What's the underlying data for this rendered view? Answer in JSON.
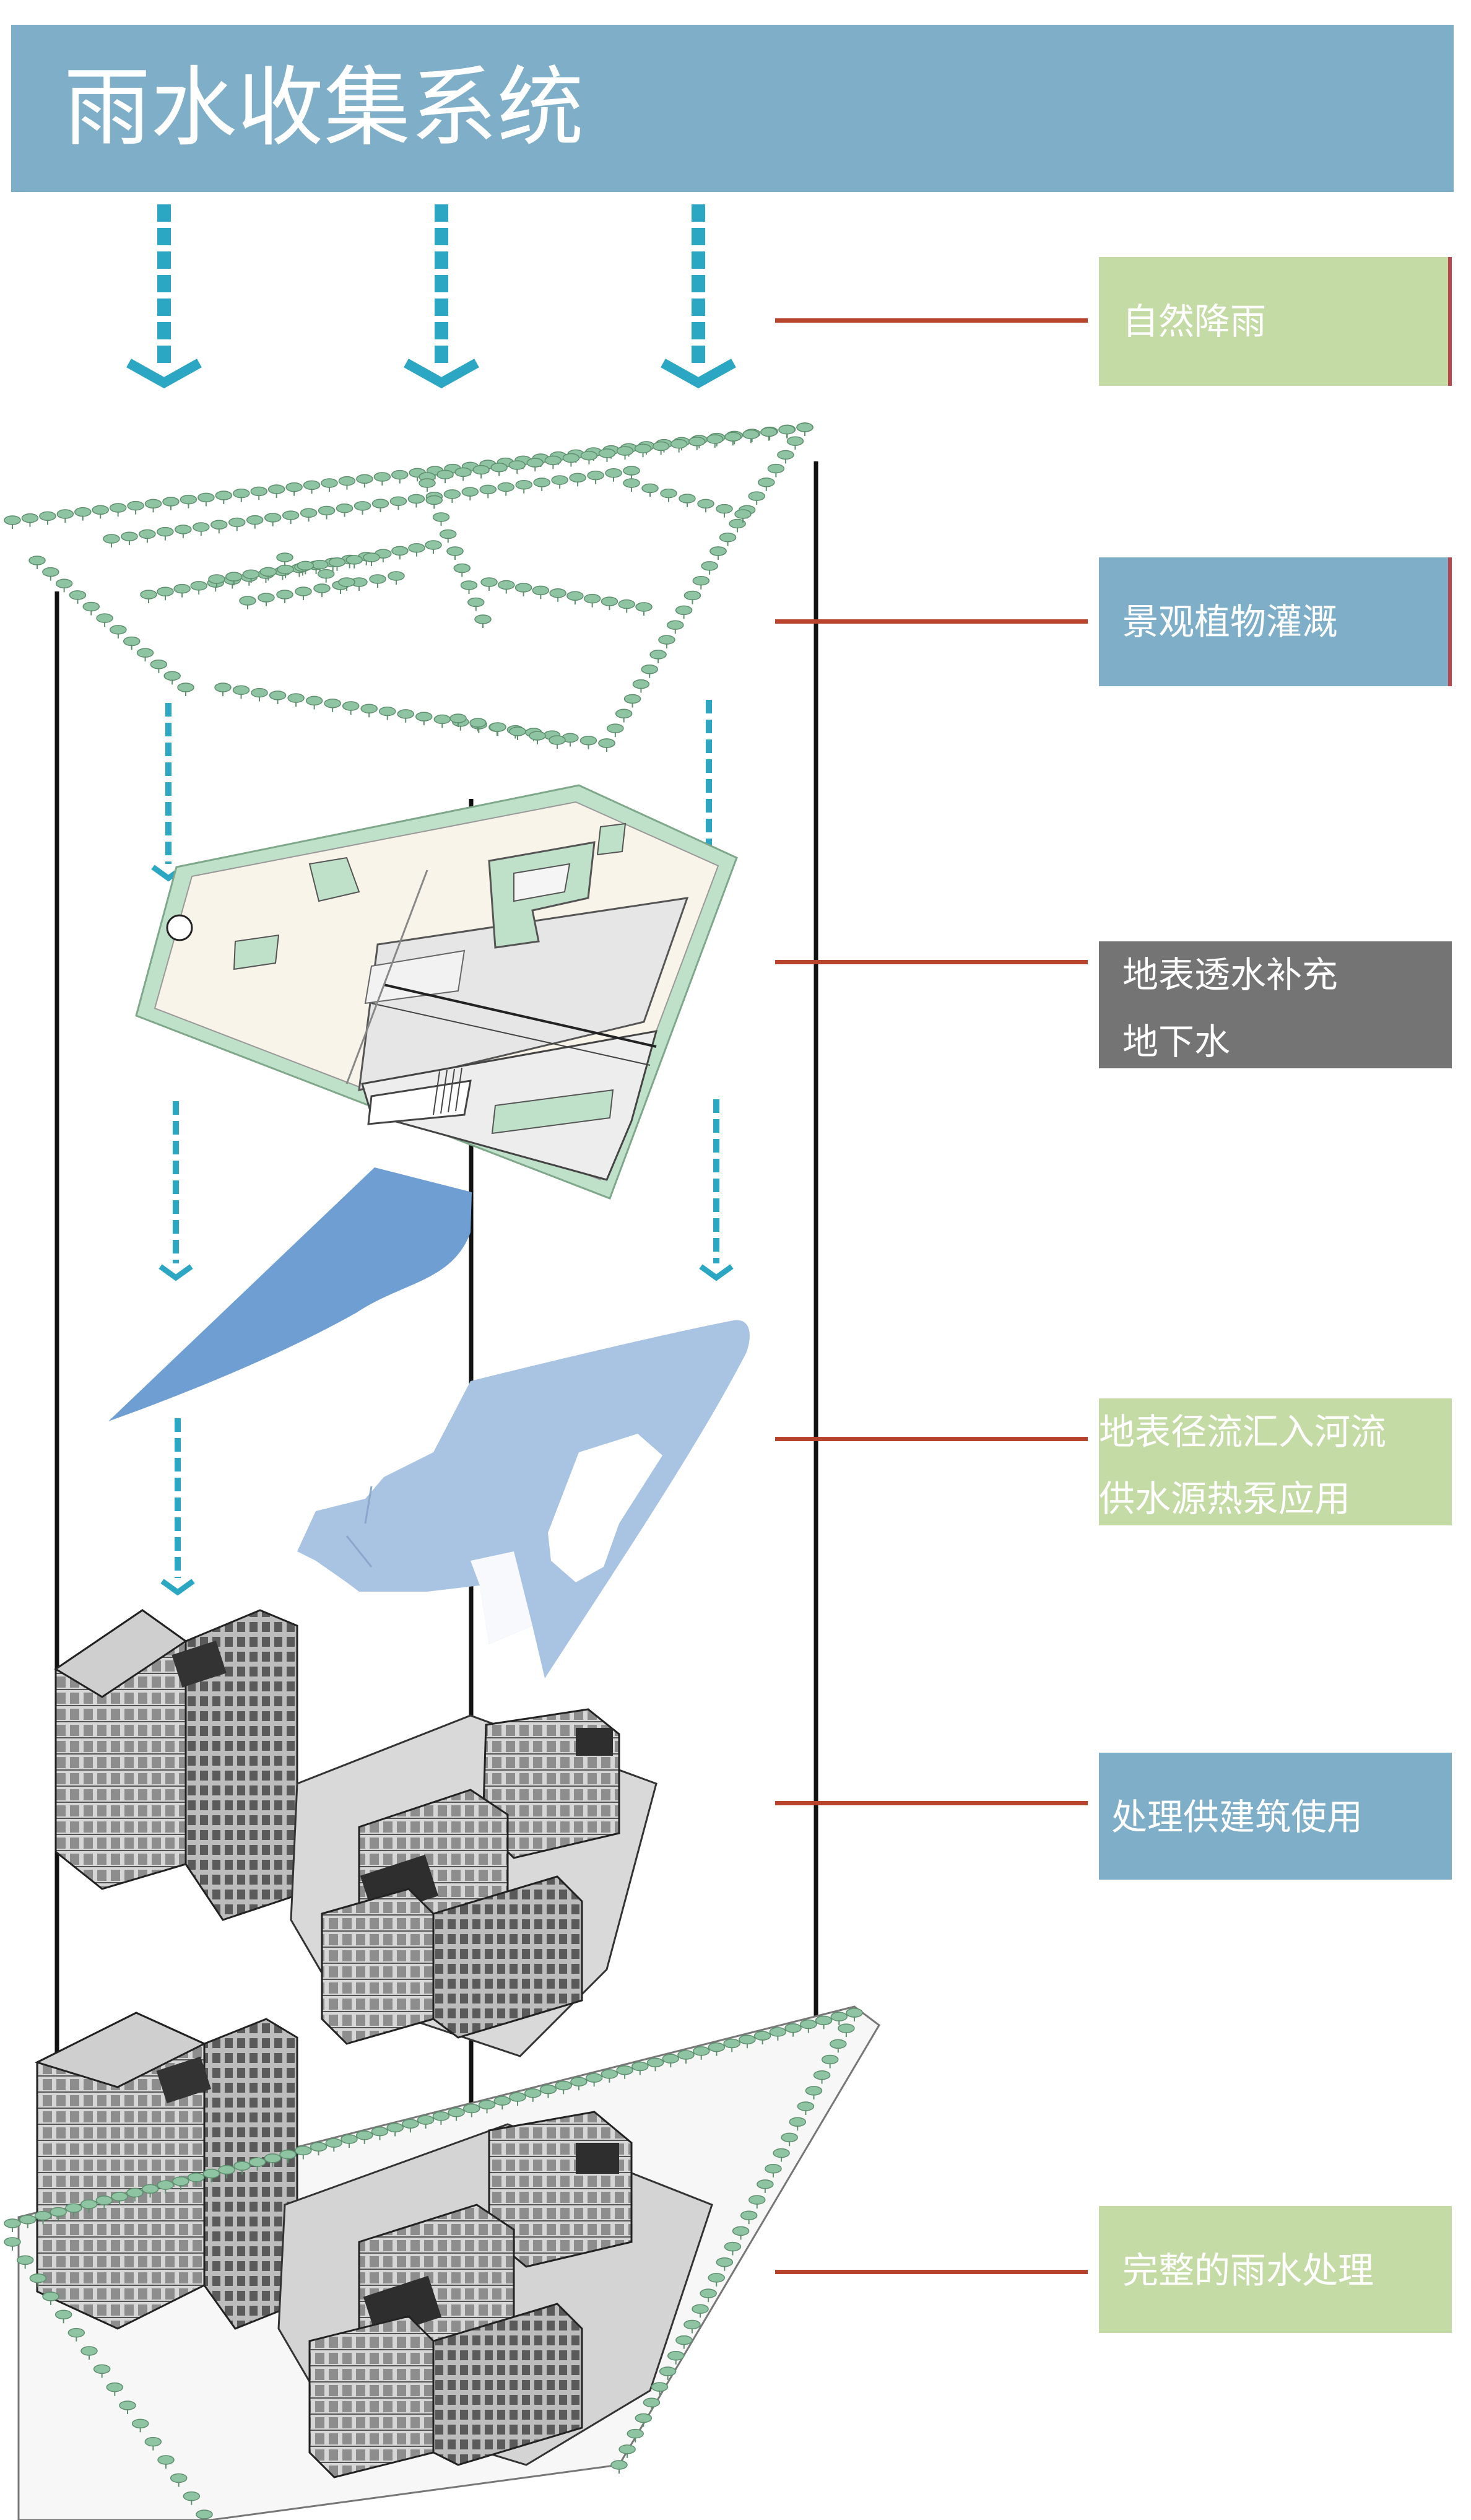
{
  "header": {
    "title": "雨水收集系统",
    "color": "#7fafc8"
  },
  "layers": [
    {
      "id": "rain",
      "lines": [
        "自然降雨"
      ],
      "style": "green"
    },
    {
      "id": "landscape",
      "lines": [
        "景观植物灌溉"
      ],
      "style": "blue"
    },
    {
      "id": "ground",
      "lines": [
        "地表透水补充",
        "地下水"
      ],
      "style": "gray"
    },
    {
      "id": "runoff",
      "lines": [
        "地表径流汇入河流",
        "供水源热泵应用"
      ],
      "style": "green"
    },
    {
      "id": "building",
      "lines": [
        "处理供建筑使用"
      ],
      "style": "blue"
    },
    {
      "id": "complete",
      "lines": [
        "完整的雨水处理"
      ],
      "style": "green"
    }
  ],
  "colors": {
    "label_green": "#c5dba6",
    "label_blue": "#7fafc8",
    "label_gray": "#747474",
    "connector": "#b8442e",
    "arrow": "#2ba6c3",
    "tree": "#8fc4a2",
    "water_dark": "#6f9fd2",
    "water_light": "#a9c3e2",
    "site_edge": "#bfe0c9",
    "site_fill": "#f9f4ea"
  },
  "icons": [
    "down-arrow-icon",
    "tree-icon",
    "building-icon"
  ]
}
